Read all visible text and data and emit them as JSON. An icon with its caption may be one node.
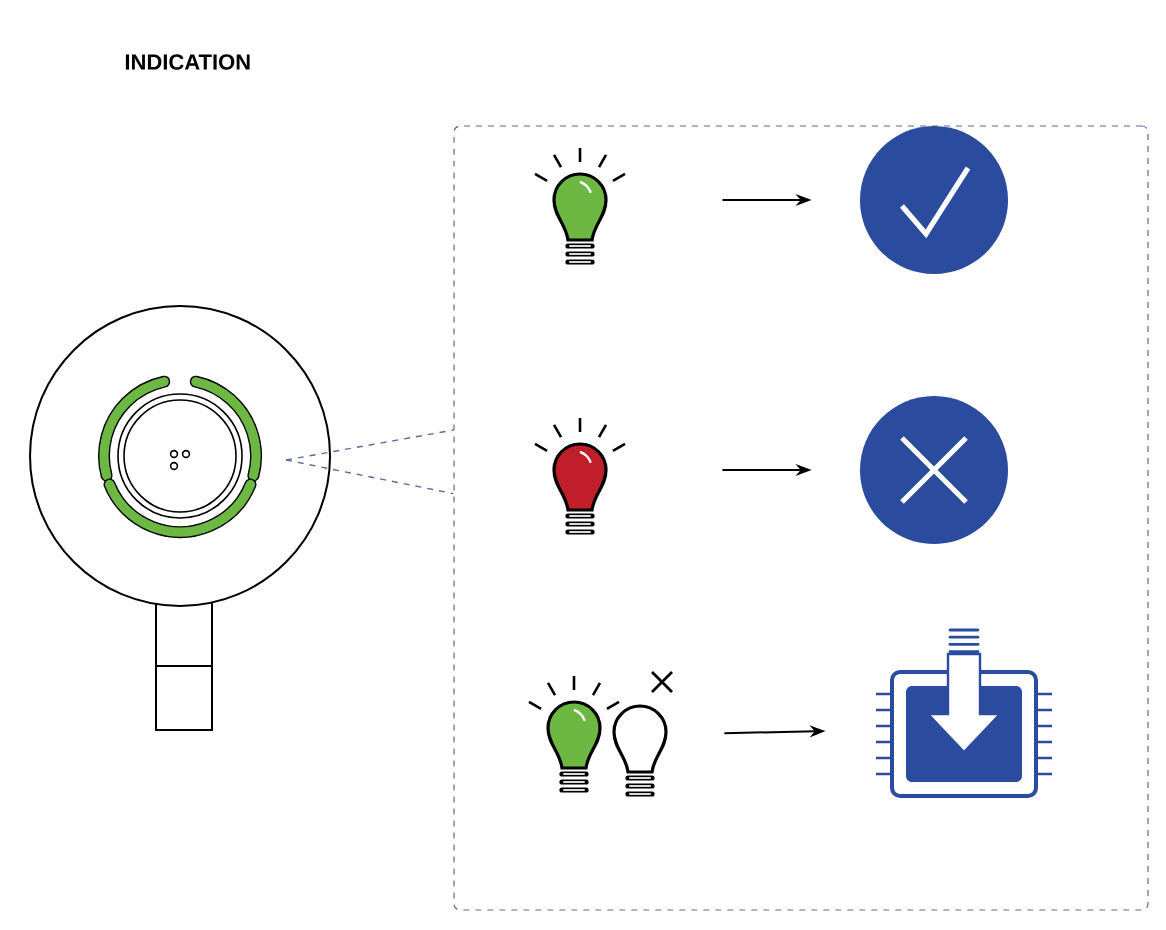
{
  "diagram": {
    "title": "INDICATION",
    "nodes": [
      {
        "text": [],
        "shape": "picture"
      },
      {
        "text": [],
        "shape": "box"
      },
      {
        "text": [],
        "shape": "bulb",
        "in": 1
      },
      {
        "text": [],
        "shape": "circle",
        "in": 1
      },
      {
        "text": [],
        "shape": "bulb",
        "in": 1
      },
      {
        "text": [],
        "shape": "circle",
        "in": 1
      },
      {
        "text": [],
        "shape": "bulb",
        "in": 1
      },
      {
        "text": [],
        "shape": "chip",
        "in": 1
      }
    ],
    "edges": [
      {
        "from": 0,
        "to": 1,
        "arrow": "none",
        "style": "dashed",
        "color": "#5b6b9c"
      },
      {
        "from": 0,
        "to": 1,
        "arrow": "none",
        "style": "dashed",
        "color": "#5b6b9c"
      },
      {
        "from": 2,
        "to": 3,
        "arrow": "to"
      },
      {
        "from": 4,
        "to": 5,
        "arrow": "to"
      },
      {
        "from": 6,
        "to": 7,
        "arrow": "to"
      }
    ]
  }
}
